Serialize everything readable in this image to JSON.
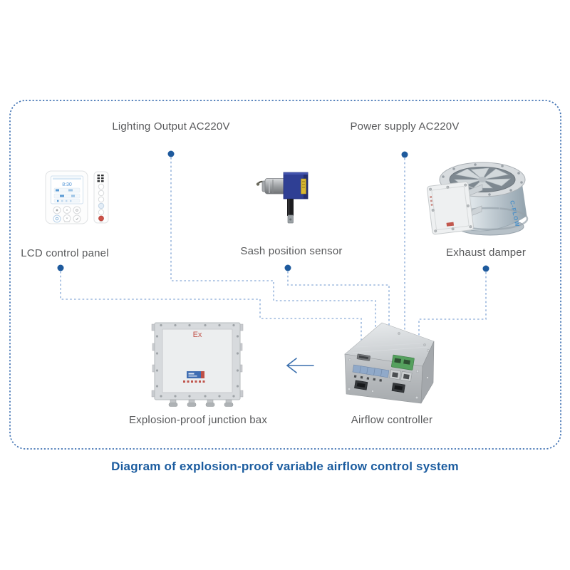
{
  "title": "Diagram of explosion-proof variable airflow control system",
  "labels": {
    "lighting_output": "Lighting Output AC220V",
    "power_supply": "Power supply AC220V",
    "lcd": "LCD control panel",
    "sash": "Sash position sensor",
    "damper": "Exhaust damper",
    "junction": "Explosion-proof junction bax",
    "controller": "Airflow controller"
  },
  "markings": {
    "junction_ex": "Ex",
    "damper_brand": "C-FLOW",
    "lcd_time": "8:30"
  },
  "connections": [
    {
      "from": "Lighting Output AC220V",
      "to": "Airflow controller",
      "style": "dashed"
    },
    {
      "from": "Power supply AC220V",
      "to": "Airflow controller",
      "style": "dashed"
    },
    {
      "from": "LCD control panel",
      "to": "Airflow controller",
      "style": "dashed"
    },
    {
      "from": "Sash position sensor",
      "to": "Airflow controller",
      "style": "dashed"
    },
    {
      "from": "Exhaust damper",
      "to": "Airflow controller",
      "style": "dashed"
    },
    {
      "from": "Airflow controller",
      "to": "Explosion-proof junction bax",
      "style": "arrow"
    }
  ],
  "colors": {
    "border_blue": "#4374b4",
    "line_blue": "#9bb7de",
    "dot_blue": "#1e5a9d",
    "arrow_blue": "#3a6fad",
    "title_blue": "#1b5c9f",
    "label_gray": "#58595b",
    "ex_red": "#c2544b",
    "brand_blue": "#4a8fc7"
  }
}
